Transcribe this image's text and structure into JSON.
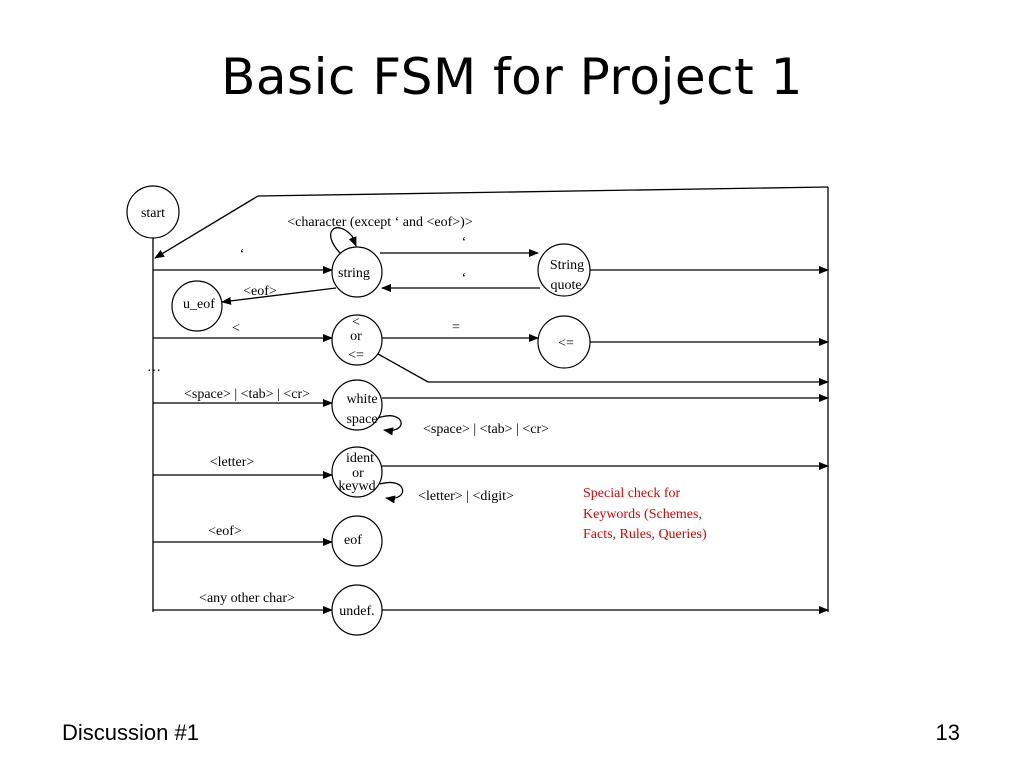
{
  "title": "Basic FSM for Project 1",
  "footer": {
    "left": "Discussion #1",
    "page": "13"
  },
  "states": {
    "start": "start",
    "string": "string",
    "string_quote_1": "String",
    "string_quote_2": "quote",
    "u_eof": "u_eof",
    "lt_1": "<",
    "lt_2": "or",
    "lt_3": "<=",
    "le": "<=",
    "white_1": "white",
    "white_2": "space",
    "ident_1": "ident",
    "ident_2": "or",
    "ident_3": "keywd",
    "eof": "eof",
    "undef": "undef."
  },
  "transitions": {
    "string_self": "<character (except ‘ and <eof>)>",
    "quote_open": "‘",
    "quote_to_sq": "‘",
    "quote_back": "‘",
    "string_eof": "<eof>",
    "lt": "<",
    "eq": "=",
    "ellipsis": "…",
    "whitespace_in": "<space> | <tab> | <cr>",
    "whitespace_self": "<space> | <tab> | <cr>",
    "letter": "<letter>",
    "letter_digit": "<letter> | <digit>",
    "eof": "<eof>",
    "any_other": "<any other char>"
  },
  "note": {
    "line1": "Special check for",
    "line2": "Keywords (Schemes,",
    "line3": "Facts, Rules, Queries)",
    "color": "#e00000"
  }
}
